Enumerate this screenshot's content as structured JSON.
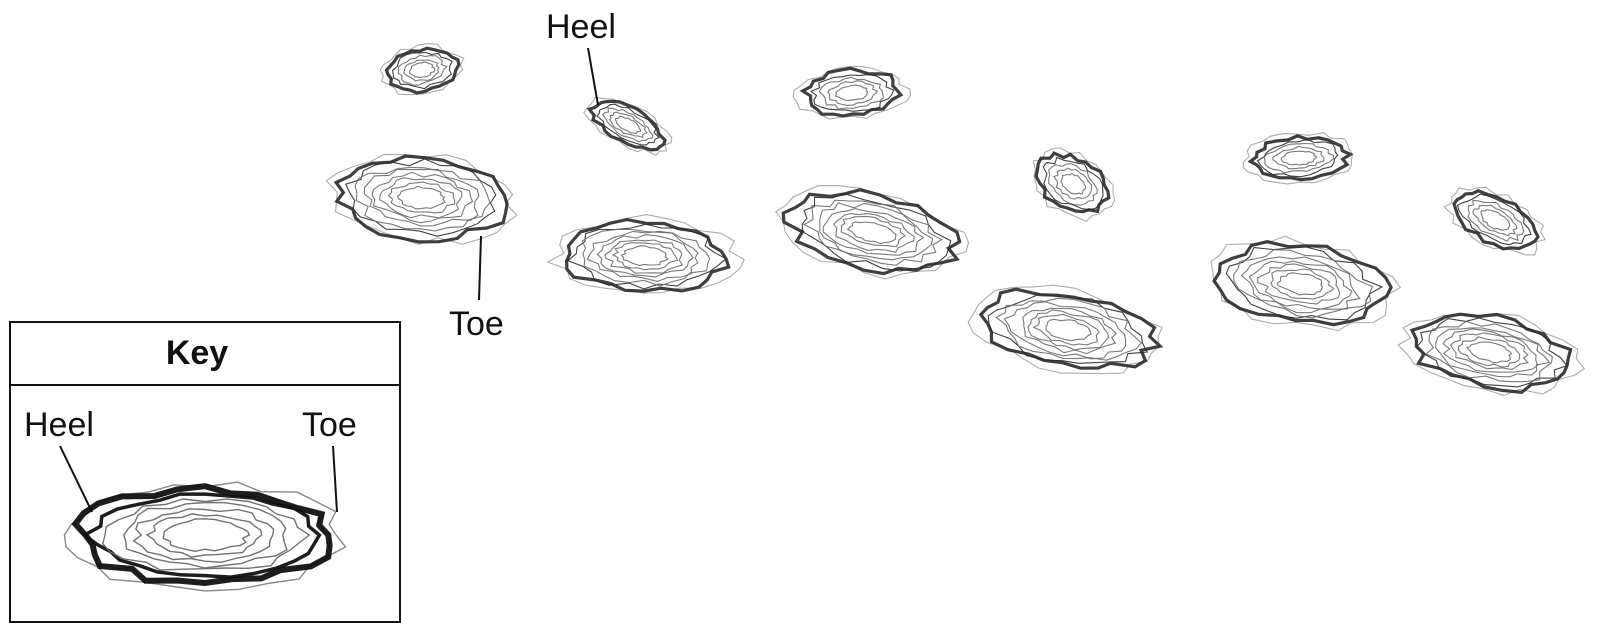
{
  "labels": {
    "heel": "Heel",
    "toe": "Toe"
  },
  "key": {
    "title": "Key",
    "heel": "Heel",
    "toe": "Toe"
  },
  "colors": {
    "ink": "#111111",
    "print_dark": "#2a2a2a",
    "print_mid": "#6a6a6a",
    "background": "#ffffff"
  }
}
